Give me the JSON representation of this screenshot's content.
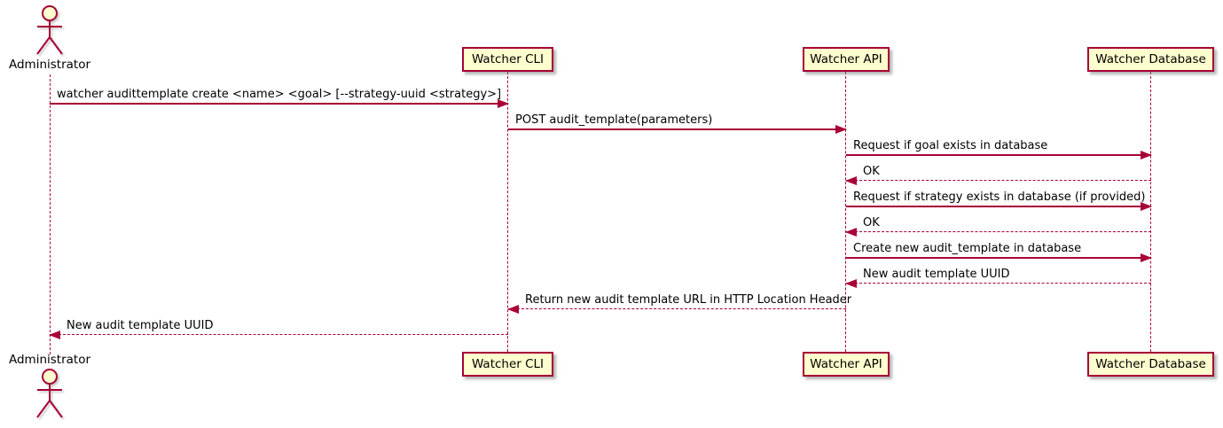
{
  "diagram": {
    "type": "sequence",
    "actor": {
      "name": "Administrator"
    },
    "participants": [
      {
        "name": "Watcher CLI"
      },
      {
        "name": "Watcher API"
      },
      {
        "name": "Watcher Database"
      }
    ],
    "messages": [
      {
        "from": "Administrator",
        "to": "Watcher CLI",
        "style": "solid",
        "text": "watcher audittemplate create <name> <goal> [--strategy-uuid <strategy>]"
      },
      {
        "from": "Watcher CLI",
        "to": "Watcher API",
        "style": "solid",
        "text": "POST audit_template(parameters)"
      },
      {
        "from": "Watcher API",
        "to": "Watcher Database",
        "style": "solid",
        "text": "Request if goal exists in database"
      },
      {
        "from": "Watcher Database",
        "to": "Watcher API",
        "style": "dashed",
        "text": "OK"
      },
      {
        "from": "Watcher API",
        "to": "Watcher Database",
        "style": "solid",
        "text": "Request if strategy exists in database (if provided)"
      },
      {
        "from": "Watcher Database",
        "to": "Watcher API",
        "style": "dashed",
        "text": "OK"
      },
      {
        "from": "Watcher API",
        "to": "Watcher Database",
        "style": "solid",
        "text": "Create new audit_template in database"
      },
      {
        "from": "Watcher Database",
        "to": "Watcher API",
        "style": "dashed",
        "text": "New audit template UUID"
      },
      {
        "from": "Watcher API",
        "to": "Watcher CLI",
        "style": "dashed",
        "text": "Return new audit template URL in HTTP Location Header"
      },
      {
        "from": "Watcher CLI",
        "to": "Administrator",
        "style": "dashed",
        "text": "New audit template UUID"
      }
    ],
    "colors": {
      "participant_fill": "#FEFECE",
      "border": "#A80036",
      "arrow": "#A80036",
      "text": "#000000",
      "background": "#FFFFFF"
    }
  }
}
